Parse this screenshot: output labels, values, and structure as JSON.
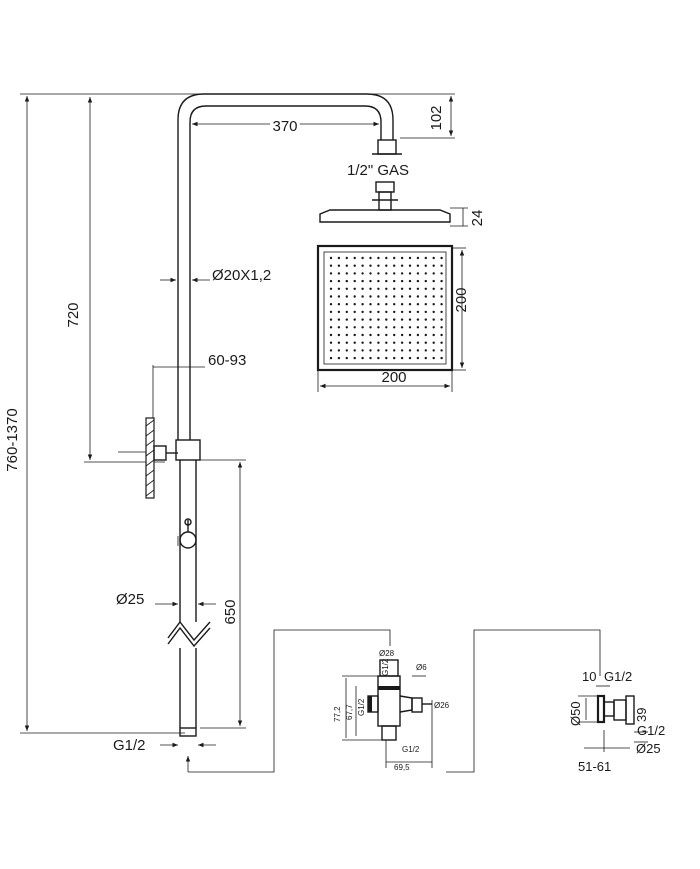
{
  "dimensions": {
    "total_height": "760-1370",
    "rail_height": "720",
    "arm_reach": "370",
    "arm_drop": "102",
    "head_connection": "1/2\" GAS",
    "head_thickness": "24",
    "head_width": "200",
    "head_depth": "200",
    "pipe_diameter": "Ø20X1,2",
    "bracket_range": "60-93",
    "lower_tube_diameter": "Ø25",
    "lower_tube_length": "650",
    "bottom_thread": "G1/2"
  },
  "mixer": {
    "d28": "Ø28",
    "g12_top": "G1/2",
    "d6": "Ø6",
    "h772": "77,2",
    "h677": "67,7",
    "g12_left": "G1/2",
    "d26": "Ø26",
    "g12_bottom": "G1/2",
    "w695": "69,5"
  },
  "connector": {
    "l10": "10",
    "g12_top": "G1/2",
    "d50": "Ø50",
    "h39": "39",
    "g12_right": "G1/2",
    "d25": "Ø25",
    "range": "51-61"
  }
}
